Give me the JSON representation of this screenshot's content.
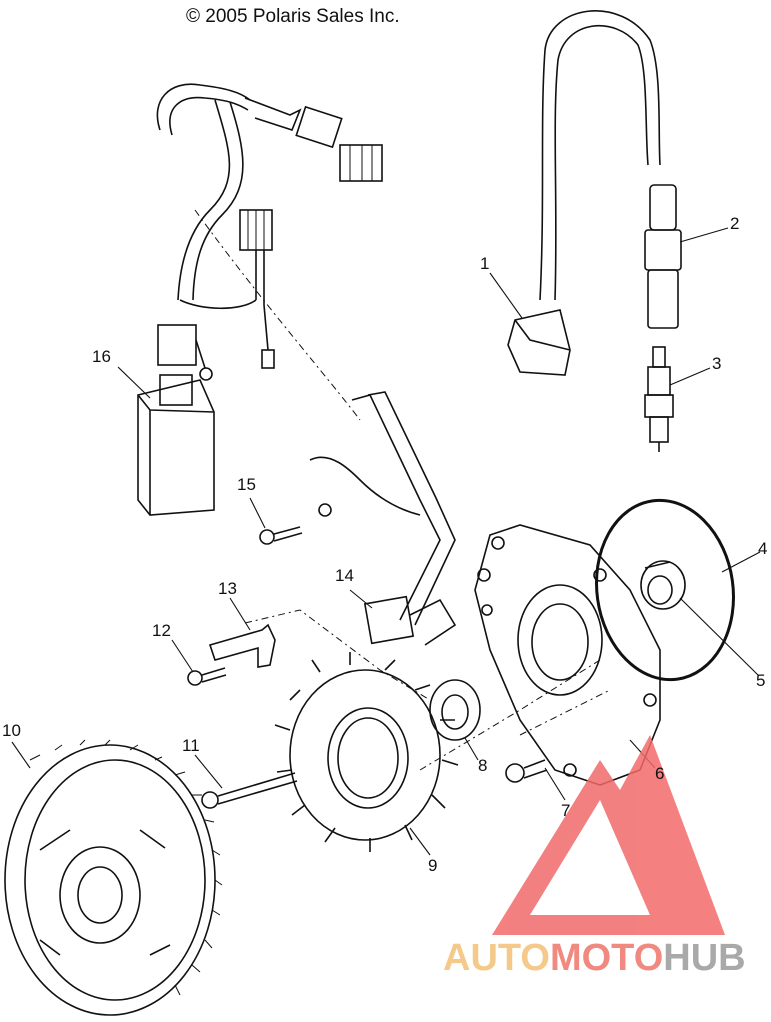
{
  "header": {
    "copyright": "© 2005 Polaris Sales Inc."
  },
  "callouts": [
    {
      "id": "1",
      "label": "1"
    },
    {
      "id": "2",
      "label": "2"
    },
    {
      "id": "3",
      "label": "3"
    },
    {
      "id": "4",
      "label": "4"
    },
    {
      "id": "5",
      "label": "5"
    },
    {
      "id": "6",
      "label": "6"
    },
    {
      "id": "7",
      "label": "7"
    },
    {
      "id": "8",
      "label": "8"
    },
    {
      "id": "9",
      "label": "9"
    },
    {
      "id": "10",
      "label": "10"
    },
    {
      "id": "11",
      "label": "11"
    },
    {
      "id": "12",
      "label": "12"
    },
    {
      "id": "13",
      "label": "13"
    },
    {
      "id": "14",
      "label": "14"
    },
    {
      "id": "15",
      "label": "15"
    },
    {
      "id": "16",
      "label": "16"
    }
  ],
  "watermark": {
    "part1": "AUTO",
    "part2": "MOTO",
    "part3": "HUB",
    "colors": {
      "auto": "#f5c98a",
      "moto": "#f08a80",
      "hub": "#a9a9a9",
      "triangle": "#f26a6a"
    }
  }
}
